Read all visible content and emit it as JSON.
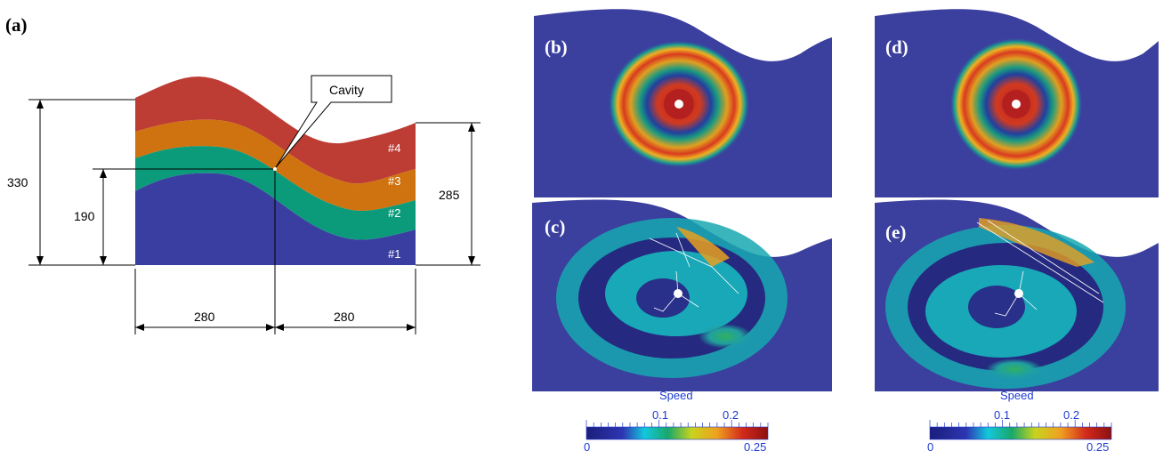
{
  "panel_a": {
    "label": "(a)",
    "cavity_label": "Cavity",
    "dims": {
      "left_total": "330",
      "cavity_height": "190",
      "right_total": "285",
      "bottom_left": "280",
      "bottom_right": "280"
    },
    "layers": [
      "#1",
      "#2",
      "#3",
      "#4"
    ],
    "layer_colors": [
      "#3a3ea0",
      "#0c9b7a",
      "#cf7210",
      "#bd3d34"
    ]
  },
  "panels": [
    {
      "label": "(b)"
    },
    {
      "label": "(c)"
    },
    {
      "label": "(d)"
    },
    {
      "label": "(e)"
    }
  ],
  "colorbars": [
    {
      "title": "Speed",
      "min": "0",
      "max": "0.25",
      "mid_ticks": [
        "0.1",
        "0.2"
      ]
    },
    {
      "title": "Speed",
      "min": "0",
      "max": "0.25",
      "mid_ticks": [
        "0.1",
        "0.2"
      ]
    }
  ],
  "colors": {
    "background_field": "#3b3f9e",
    "label_text": "#ffffff",
    "colorbar_text": "#1e3cd0"
  }
}
